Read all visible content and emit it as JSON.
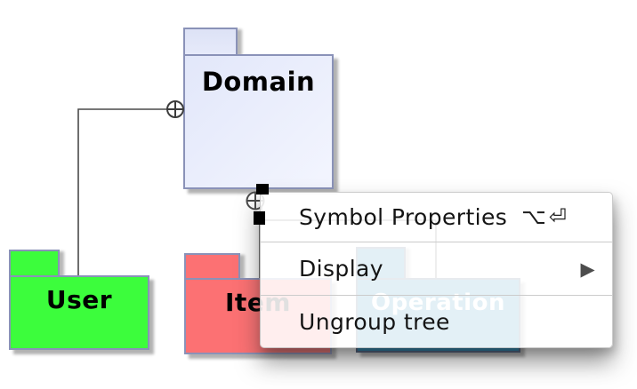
{
  "diagram": {
    "packages": [
      {
        "name": "domain",
        "label": "Domain"
      },
      {
        "name": "user",
        "label": "User"
      },
      {
        "name": "item",
        "label": "Item"
      },
      {
        "name": "operation",
        "label": "Operation"
      }
    ],
    "colors": {
      "domain_fill": "#e6eafa",
      "user_fill": "#3cfd3c",
      "item_fill": "#fc7173",
      "operation_fill": "#1d81b0",
      "package_border": "#8a92b8",
      "connector": "#4a4a4a",
      "selection_handle": "#000000"
    },
    "symbols": {
      "containment_icon": "circle-plus"
    }
  },
  "context_menu": {
    "items": [
      {
        "label": "Symbol Properties",
        "shortcut": "⌥⏎"
      },
      {
        "label": "Display",
        "submenu_arrow": "▶"
      },
      {
        "label": "Ungroup tree"
      }
    ]
  }
}
